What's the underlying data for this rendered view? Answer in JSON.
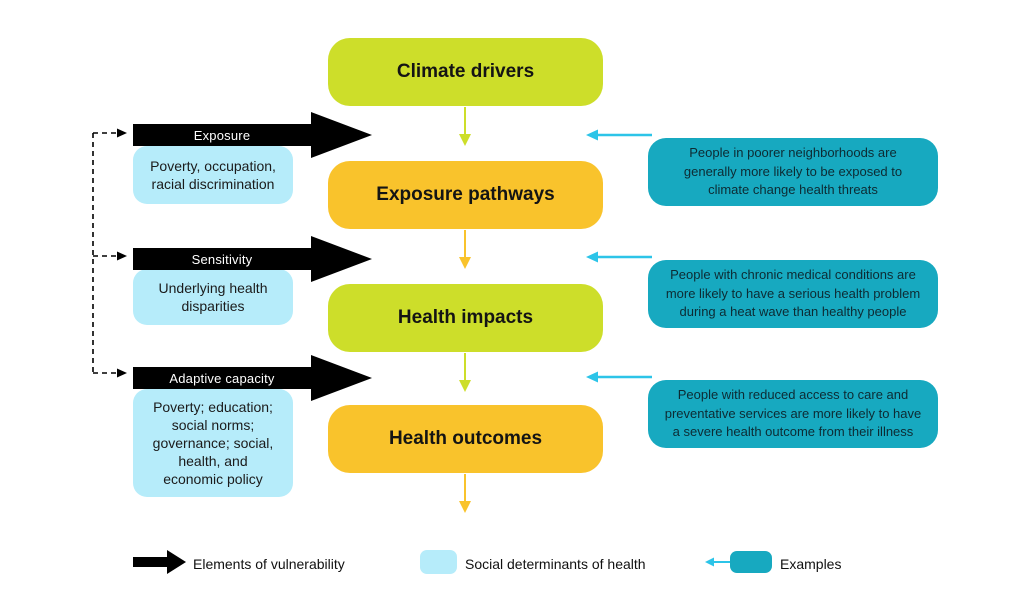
{
  "colors": {
    "chartreuse": "#cdde2a",
    "orange": "#f9c32c",
    "light_blue": "#b6ecfa",
    "teal": "#17a9c0",
    "cyan_arrow": "#2cc4e8"
  },
  "flow": {
    "nodes": [
      {
        "label": "Climate drivers"
      },
      {
        "label": "Exposure pathways"
      },
      {
        "label": "Health impacts"
      },
      {
        "label": "Health outcomes"
      }
    ]
  },
  "vulnerability_rows": [
    {
      "element": "Exposure",
      "determinants": "Poverty, occupation,\nracial discrimination"
    },
    {
      "element": "Sensitivity",
      "determinants": "Underlying health\ndisparities"
    },
    {
      "element": "Adaptive capacity",
      "determinants": "Poverty; education;\nsocial norms;\ngovernance; social,\nhealth, and\neconomic policy"
    }
  ],
  "examples": [
    {
      "text": "People in poorer neighborhoods are\ngenerally more likely to be exposed to\nclimate change health threats"
    },
    {
      "text": "People with chronic medical conditions are\nmore likely to have a serious health problem\nduring a heat wave than healthy people"
    },
    {
      "text": "People with reduced access to care and\npreventative services are more likely to have\na severe health outcome from their illness"
    }
  ],
  "legend": {
    "elements_of_vulnerability": "Elements of vulnerability",
    "social_determinants": "Social determinants of health",
    "examples": "Examples"
  }
}
